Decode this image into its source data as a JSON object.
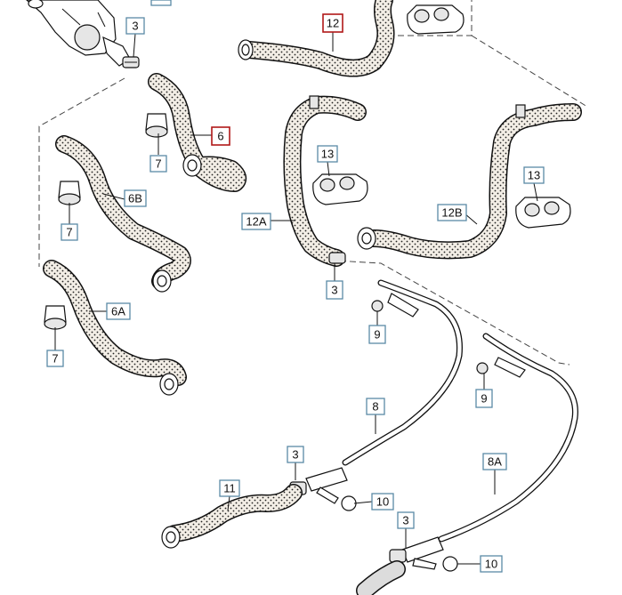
{
  "diagram": {
    "labels": {
      "l12": "12",
      "l6": "6",
      "l6b": "6B",
      "l6a": "6A",
      "l12a": "12A",
      "l12b": "12B",
      "l13a": "13",
      "l13b": "13",
      "l3a": "3",
      "l3b": "3",
      "l3c": "3",
      "l3d": "3",
      "l7a": "7",
      "l7b": "7",
      "l7c": "7",
      "l9a": "9",
      "l9b": "9",
      "l8": "8",
      "l8a": "8A",
      "l11": "11",
      "l10a": "10",
      "l10b": "10"
    },
    "colors": {
      "label_border": "#5a8aa6",
      "highlight_border": "#b01818",
      "hose_fill": "#f3eee6",
      "line": "#111111"
    }
  }
}
